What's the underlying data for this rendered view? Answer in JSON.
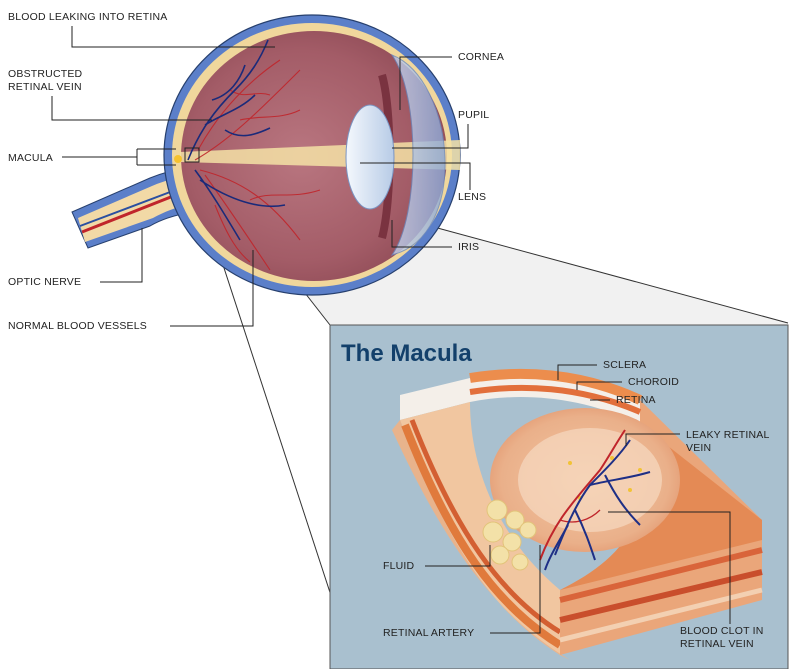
{
  "labels": {
    "blood_leaking": "BLOOD LEAKING INTO RETINA",
    "obstructed_line1": "OBSTRUCTED",
    "obstructed_line2": "RETINAL VEIN",
    "macula": "MACULA",
    "optic_nerve": "OPTIC NERVE",
    "normal_vessels": "NORMAL BLOOD VESSELS",
    "cornea": "CORNEA",
    "pupil": "PUPIL",
    "lens": "LENS",
    "iris": "IRIS"
  },
  "inset": {
    "title": "The Macula",
    "sclera": "SCLERA",
    "choroid": "CHOROID",
    "retina": "RETINA",
    "leaky_line1": "LEAKY RETINAL",
    "leaky_line2": "VEIN",
    "fluid": "FLUID",
    "retinal_artery": "RETINAL ARTERY",
    "clot_line1": "BLOOD CLOT IN",
    "clot_line2": "RETINAL VEIN"
  },
  "colors": {
    "inset_bg": "#a9c0cf",
    "title": "#13406b",
    "sclera_blue": "#5b7fc9",
    "eye_body": "#a85f68",
    "light_beam": "#f5e2a6"
  }
}
